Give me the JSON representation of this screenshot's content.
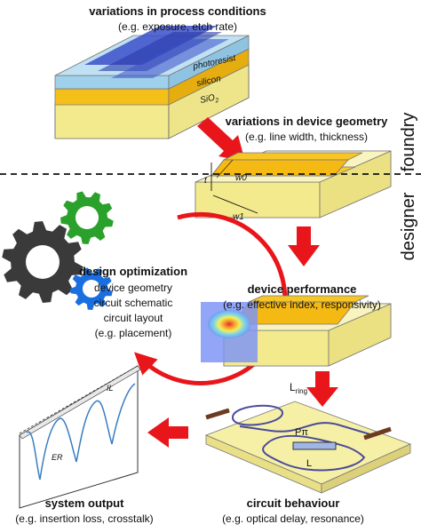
{
  "labels": {
    "process_title": "variations in process conditions",
    "process_sub": "(e.g. exposure, etch rate)",
    "layer_photoresist": "photoresist",
    "layer_silicon": "silicon",
    "layer_sio2": "SiO",
    "layer_sio2_sub": "2",
    "geometry_title": "variations in device geometry",
    "geometry_sub": "(e.g. line width, thickness)",
    "dim_t": "t",
    "dim_w0": "w0",
    "dim_w1": "w1",
    "foundry": "foundry",
    "designer": "designer",
    "design_title": "design optimization",
    "design_line1": "device geometry",
    "design_line2": "circuit schematic",
    "design_line3": "circuit layout",
    "design_line4": "(e.g. placement)",
    "perf_title": "device performance",
    "perf_sub": "(e.g. effective index, responsivity)",
    "ring_label": "L",
    "ring_label_sub": "ring",
    "p_pi": "Pπ",
    "l_label": "L",
    "il_label": "IL",
    "er_label": "ER",
    "system_title": "system output",
    "system_sub": "(e.g. insertion loss, crosstalk)",
    "circuit_title": "circuit behaviour",
    "circuit_sub": "(e.g. optical delay, resonance)"
  },
  "colors": {
    "arrow_red": "#e8161b",
    "gear_dark": "#3a3a3a",
    "gear_green": "#2aa12a",
    "gear_blue": "#1a6fe0",
    "substrate_yellow": "#f6f0a6",
    "silicon_orange": "#f5bf1a",
    "resist_blue": "#3b4fc9"
  },
  "icons": [
    "gear-icon",
    "arrow-icon",
    "ring-resonator-icon"
  ]
}
